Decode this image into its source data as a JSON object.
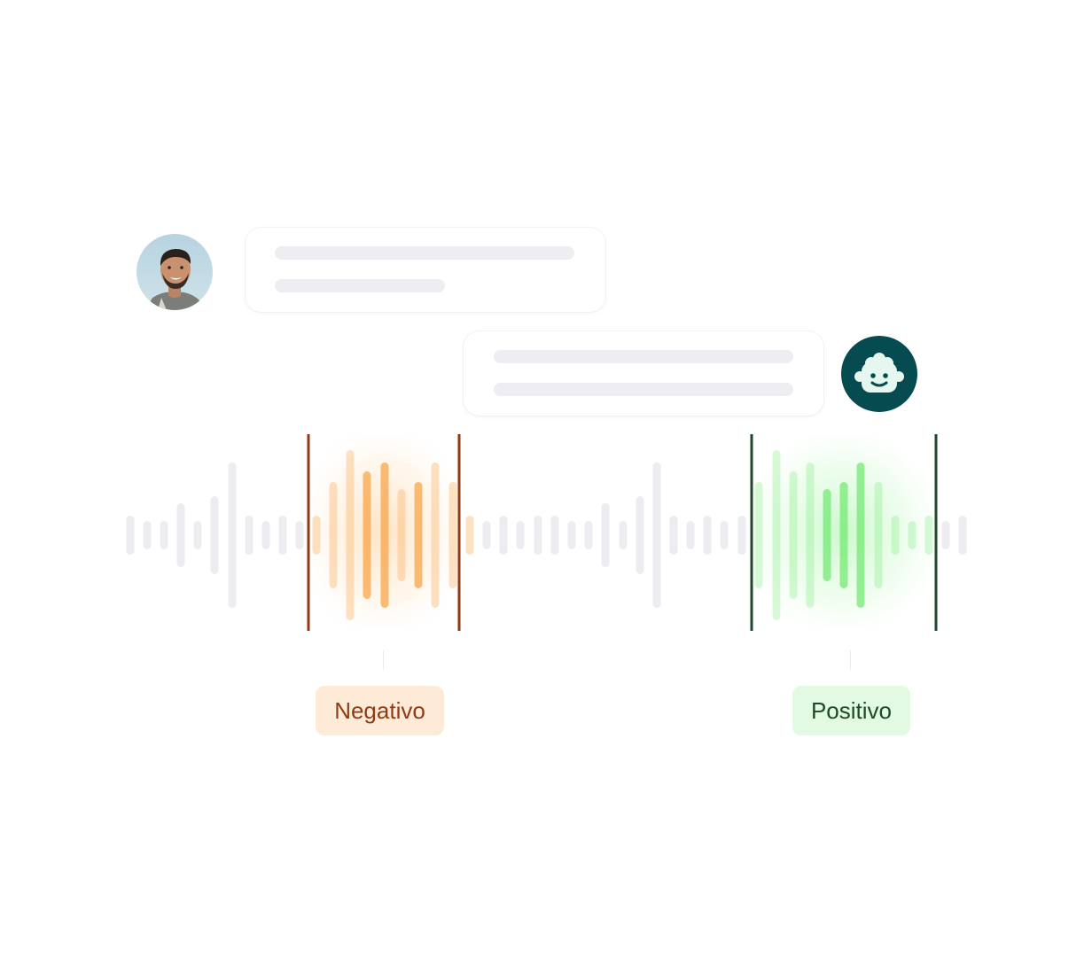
{
  "conversation": {
    "user_avatar": {
      "icon": "person-photo"
    },
    "bot_avatar": {
      "icon": "robot-face-icon",
      "color": "#064b4f"
    }
  },
  "sentiment": {
    "negative": {
      "label": "Negativo",
      "color": "#8e3b16",
      "background": "#fdebd8",
      "highlight_color": "#f7a64a"
    },
    "positive": {
      "label": "Positivo",
      "color": "#1e4a2a",
      "background": "#e2f9e2",
      "highlight_color": "#6ee86e"
    }
  },
  "colors": {
    "neutral_bar": "#ececf1",
    "placeholder_line": "#ededf2"
  }
}
